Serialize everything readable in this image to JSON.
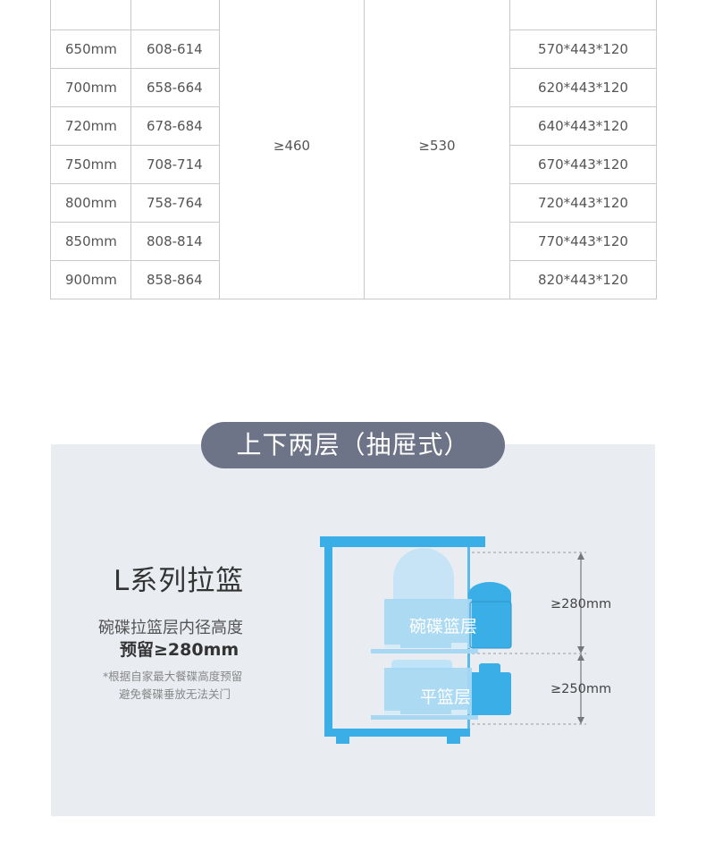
{
  "table": {
    "rows": [
      {
        "width": "",
        "inner": ""
      },
      {
        "width": "650mm",
        "inner": "608-614"
      },
      {
        "width": "700mm",
        "inner": "658-664"
      },
      {
        "width": "720mm",
        "inner": "678-684"
      },
      {
        "width": "750mm",
        "inner": "708-714"
      },
      {
        "width": "800mm",
        "inner": "758-764"
      },
      {
        "width": "850mm",
        "inner": "808-814"
      },
      {
        "width": "900mm",
        "inner": "858-864"
      }
    ],
    "depth_value": "≥460",
    "height_value": "≥530",
    "basket_sizes": [
      "",
      "570*443*120",
      "620*443*120",
      "640*443*120",
      "670*443*120",
      "720*443*120",
      "770*443*120",
      "820*443*120"
    ]
  },
  "section": {
    "title": "上下两层（抽屉式）",
    "series_title": "L系列拉篮",
    "desc_line1": "碗碟拉篮层内径高度",
    "desc_line2": "预留≥280mm",
    "note_line1": "*根据自家最大餐碟高度预留",
    "note_line2": "避免餐碟垂放无法关门"
  },
  "diagram": {
    "upper_layer_label": "碗碟篮层",
    "lower_layer_label": "平篮层",
    "upper_height": "≥280mm",
    "lower_height": "≥250mm",
    "colors": {
      "cabinet": "#3aaee6",
      "basket": "#a6d8f3",
      "plate": "#bfe3f7",
      "dim_line": "#777777",
      "pill_bg": "#6e7487",
      "panel_bg": "#e9ecf1"
    }
  }
}
